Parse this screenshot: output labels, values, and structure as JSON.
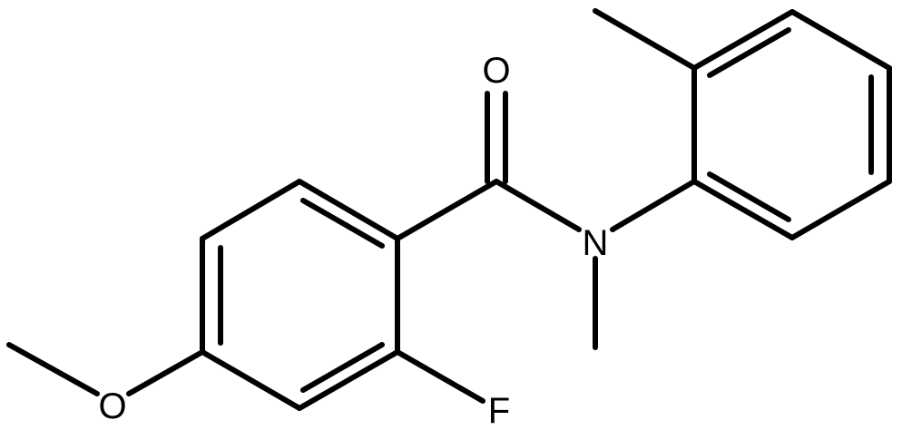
{
  "molecule": {
    "atoms": {
      "oxygen_carbonyl": "O",
      "nitrogen": "N",
      "fluorine": "F",
      "oxygen_methoxy": "O"
    }
  }
}
